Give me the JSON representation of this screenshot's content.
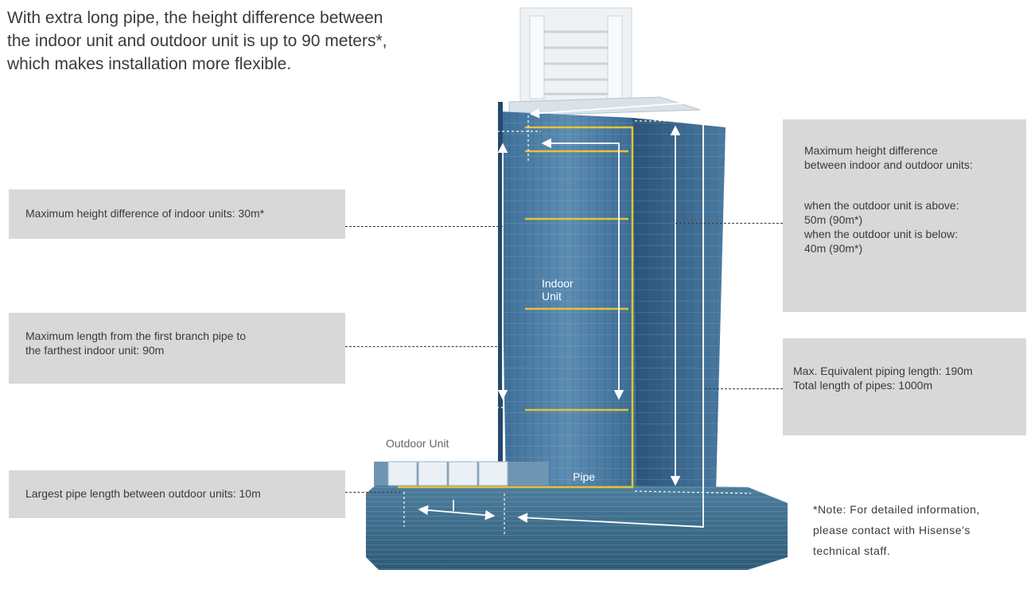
{
  "intro": {
    "lines": [
      "With extra long pipe, the height difference between",
      "the indoor unit and outdoor unit is up to 90 meters*,",
      "which makes installation more flexible."
    ]
  },
  "callouts": {
    "indoor_height": "Maximum height difference of indoor units: 30m*",
    "branch_length": [
      "Maximum length from the first branch pipe to",
      "the farthest indoor unit: 90m"
    ],
    "outdoor_pipe": "Largest pipe length between outdoor units: 10m",
    "height_diff": {
      "title": [
        "Maximum height difference",
        "between indoor and outdoor units:"
      ],
      "details": [
        "when the outdoor unit is above:",
        "50m (90m*)",
        "when the outdoor unit is below:",
        "40m (90m*)"
      ]
    },
    "piping": [
      "Max. Equivalent piping length: 190m",
      "Total length of pipes: 1000m"
    ]
  },
  "labels": {
    "indoor_unit": [
      "Indoor",
      "Unit"
    ],
    "outdoor_unit": "Outdoor Unit",
    "pipe": "Pipe"
  },
  "note": [
    "*Note: For detailed information,",
    "please contact with Hisense’s",
    "technical staff."
  ],
  "colors": {
    "callout_bg": "#d8d8d8",
    "text": "#3a3a3a",
    "building_blue": "#2f5f86",
    "pipe_yellow": "#e3c23a",
    "arrow": "#ffffff"
  }
}
